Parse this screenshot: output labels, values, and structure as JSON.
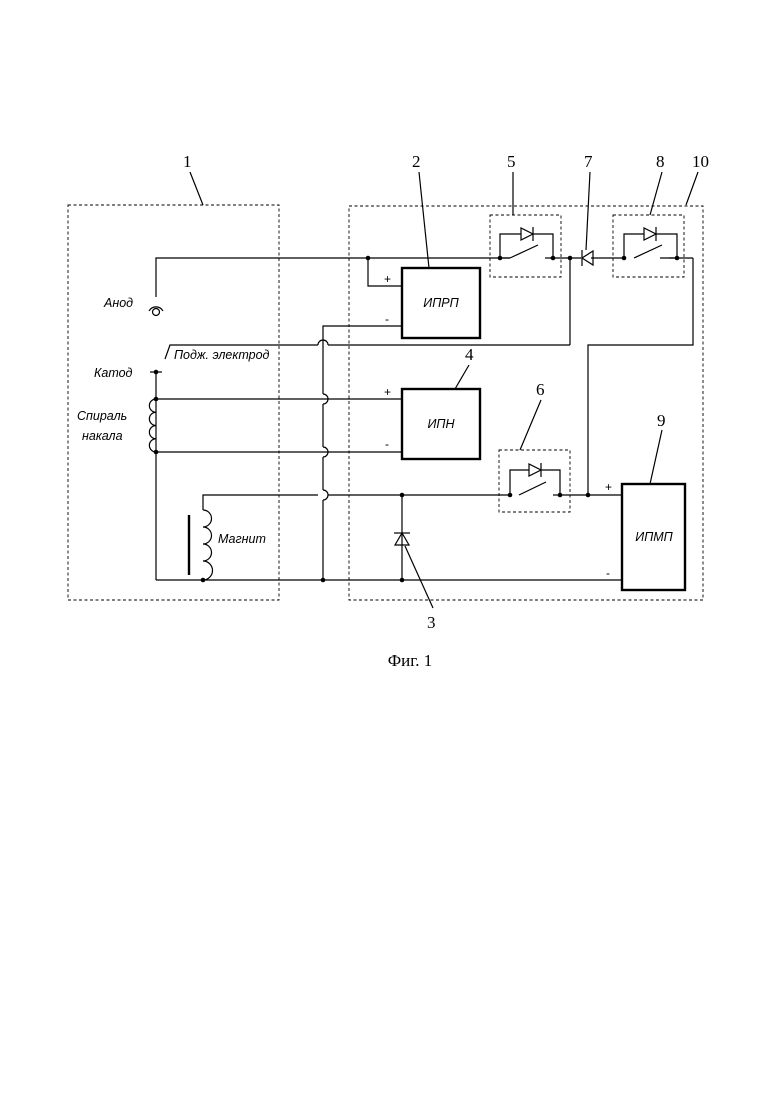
{
  "numbers": {
    "n1": "1",
    "n2": "2",
    "n3": "3",
    "n4": "4",
    "n5": "5",
    "n6": "6",
    "n7": "7",
    "n8": "8",
    "n9": "9",
    "n10": "10"
  },
  "labels": {
    "anode": "Анод",
    "ignition": "Подж. электрод",
    "cathode": "Катод",
    "heater_line1": "Спираль",
    "heater_line2": "накала",
    "magnet": "Магнит"
  },
  "blocks": {
    "iprp": "ИПРП",
    "ipn": "ИПН",
    "ipmp": "ИПМП"
  },
  "signs": {
    "plus": "+",
    "minus": "-"
  },
  "caption": "Фиг. 1"
}
